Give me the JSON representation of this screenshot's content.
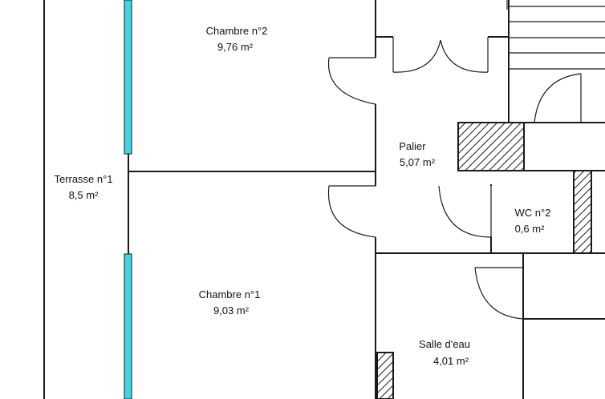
{
  "colors": {
    "wall": "#1a1a1a",
    "window": "#40d6e6",
    "hatch": "#1a1a1a",
    "background": "#ffffff"
  },
  "rooms": [
    {
      "key": "chambre2",
      "name": "Chambre n°2",
      "area": "9,76  m²"
    },
    {
      "key": "palier",
      "name": "Palier",
      "area": "5,07  m²"
    },
    {
      "key": "terrasse1",
      "name": "Terrasse n°1",
      "area": "8,5  m²"
    },
    {
      "key": "wc2",
      "name": "WC n°2",
      "area": "0,6  m²"
    },
    {
      "key": "chambre1",
      "name": "Chambre n°1",
      "area": "9,03  m²"
    },
    {
      "key": "salledeau",
      "name": "Salle d'eau",
      "area": "4,01  m²"
    }
  ]
}
